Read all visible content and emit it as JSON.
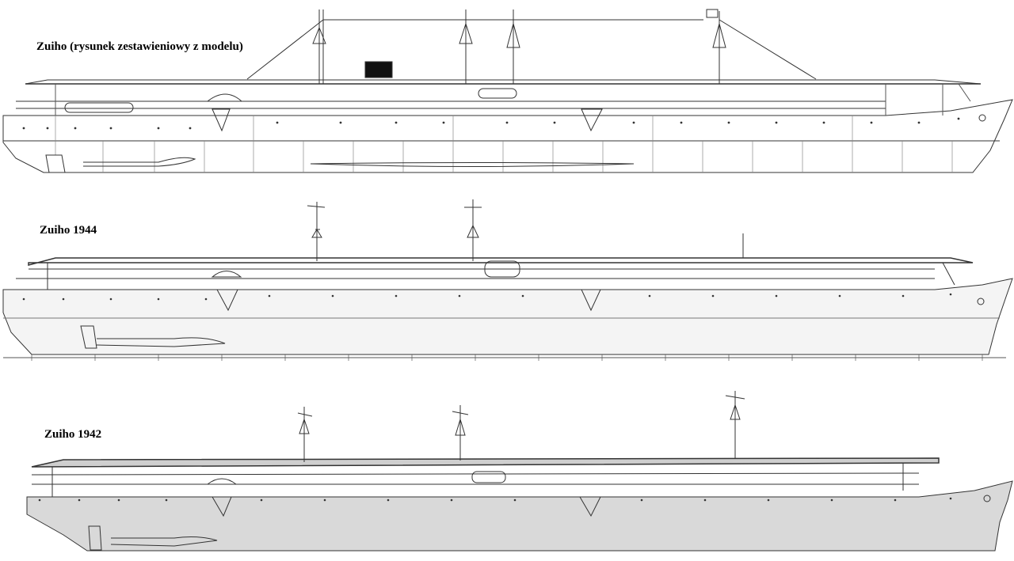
{
  "drawings": [
    {
      "title": "Zuiho (rysunek zestawieniowy z modelu)"
    },
    {
      "title": "Zuiho 1944"
    },
    {
      "title": "Zuiho 1942"
    }
  ],
  "colors": {
    "line": "#333333",
    "hull_fill_1942": "#d9d9d9",
    "hull_fill_1944": "#f4f4f4",
    "background": "#ffffff"
  }
}
